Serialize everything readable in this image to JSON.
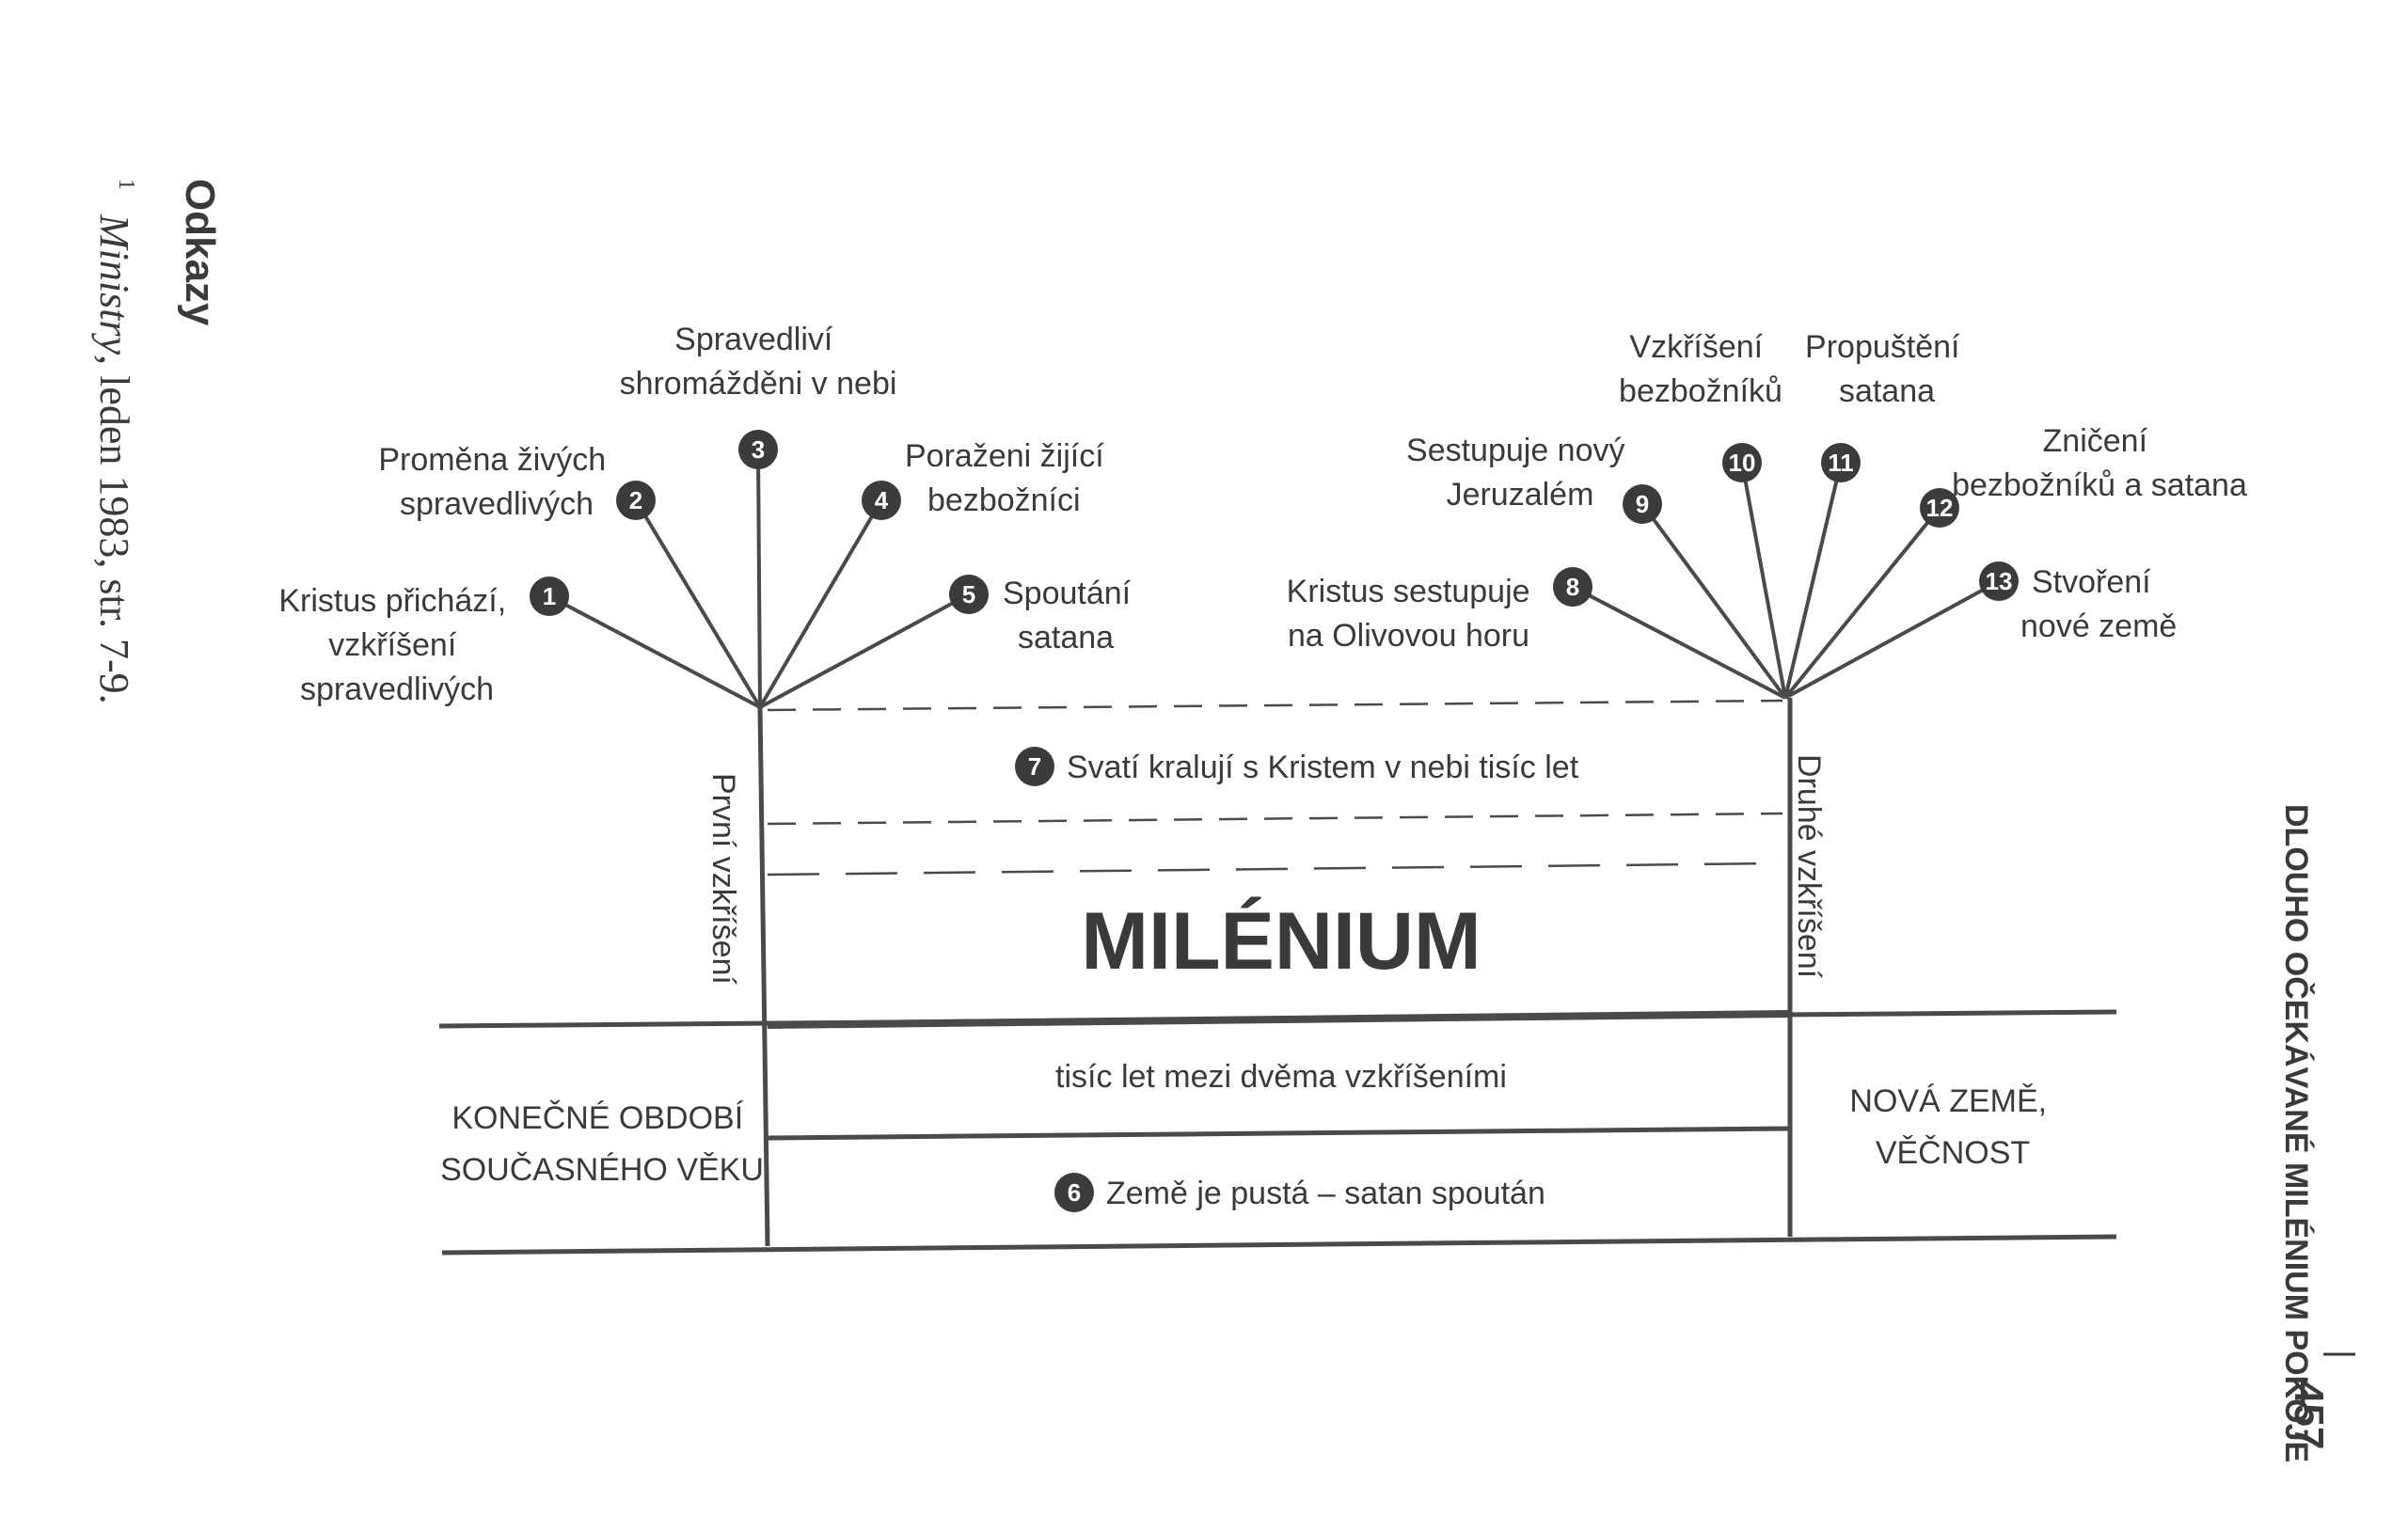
{
  "side": {
    "heading": "Odkazy",
    "footnote_mark": "1",
    "footnote_title": "Ministry",
    "footnote_rest": ", leden 1983, str. 7-9."
  },
  "running_head": {
    "title": "DLOUHO OČEKÁVANÉ MILÉNIUM POKOJE",
    "page_number": "457"
  },
  "diagram": {
    "main_title": "MILÉNIUM",
    "left_vertical": "První vzkříšení",
    "right_vertical": "Druhé vzkříšení",
    "band_7": "Svatí kralují s Kristem v nebi tisíc let",
    "between_resurrections": "tisíc let mezi dvěma vzkříšeními",
    "band_6": "Země je pustá – satan spoután",
    "left_box": [
      "KONEČNÉ OBDOBÍ",
      "SOUČASNÉHO VĚKU"
    ],
    "right_box": [
      "NOVÁ ZEMĚ,",
      "VĚČNOST"
    ],
    "badges": {
      "b1": "1",
      "b2": "2",
      "b3": "3",
      "b4": "4",
      "b5": "5",
      "b6": "6",
      "b7": "7",
      "b8": "8",
      "b9": "9",
      "b10": "10",
      "b11": "11",
      "b12": "12",
      "b13": "13"
    },
    "events": {
      "e1": [
        "Kristus přichází,",
        "vzkříšení",
        "spravedlivých"
      ],
      "e2": [
        "Proměna živých",
        "spravedlivých"
      ],
      "e3": [
        "Spravedliví",
        "shromážděni v nebi"
      ],
      "e4": [
        "Poraženi žijící",
        "bezbožníci"
      ],
      "e5": [
        "Spoutání",
        "satana"
      ],
      "e8": [
        "Kristus sestupuje",
        "na Olivovou horu"
      ],
      "e9": [
        "Sestupuje nový",
        "Jeruzalém"
      ],
      "e10": [
        "Vzkříšení",
        "bezbožníků"
      ],
      "e11": [
        "Propuštění",
        "satana"
      ],
      "e12": [
        "Zničení",
        "bezbožníků a satana"
      ],
      "e13": [
        "Stvoření",
        "nové země"
      ]
    }
  }
}
